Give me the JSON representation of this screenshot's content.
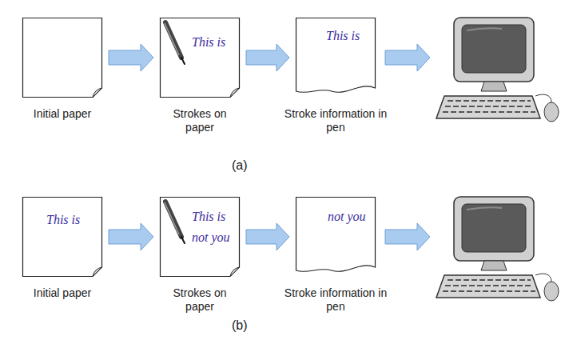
{
  "diagram": {
    "nodes": [
      {
        "text": [
          "Initial paper"
        ]
      },
      {
        "text": [
          "This is",
          "Strokes on paper"
        ]
      },
      {
        "text": [
          "This is",
          "Stroke information in pen"
        ]
      },
      {
        "text": [
          "This is",
          "Initial paper"
        ]
      },
      {
        "text": [
          "This is",
          "not you",
          "Strokes on paper"
        ]
      },
      {
        "text": [
          "not you",
          "Stroke information in pen"
        ]
      }
    ],
    "edges": [
      {
        "from": 0,
        "to": 1,
        "arrow": "to"
      },
      {
        "from": 1,
        "to": 2,
        "arrow": "to"
      },
      {
        "from": 3,
        "to": 4,
        "arrow": "to"
      },
      {
        "from": 4,
        "to": 5,
        "arrow": "to"
      }
    ],
    "labels": [
      "(a)",
      "(b)"
    ]
  }
}
